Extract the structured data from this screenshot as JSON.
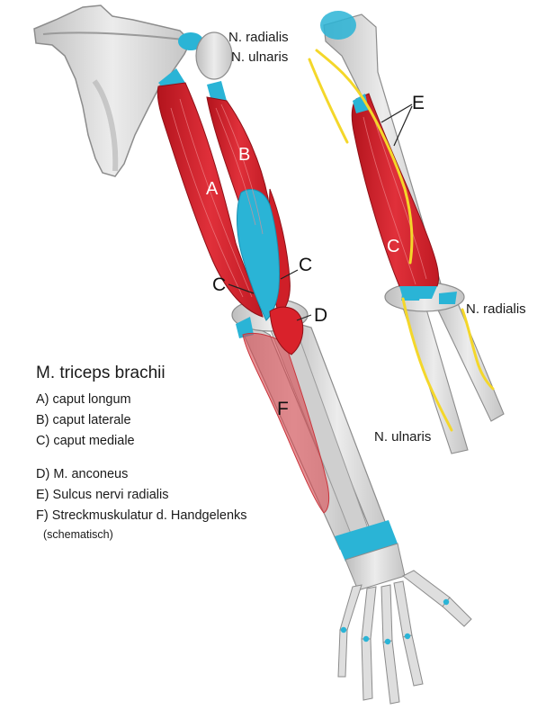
{
  "nerves": {
    "radialis": "N. radialis",
    "ulnaris": "N. ulnaris"
  },
  "letters": {
    "a": "A",
    "b": "B",
    "c": "C",
    "d": "D",
    "e": "E",
    "f": "F"
  },
  "legend": {
    "title": "M. triceps brachii",
    "items": [
      "A) caput longum",
      "B) caput laterale",
      "C) caput mediale",
      "D) M. anconeus",
      "E) Sulcus nervi radialis",
      "F) Streckmuskulatur d. Handgelenks"
    ],
    "note": "(schematisch)"
  },
  "colors": {
    "bone": "#dcdcdc",
    "bone_shadow": "#a9a9a9",
    "muscle": "#d9222b",
    "tendon": "#2ab4d6",
    "nerve": "#f4d72a",
    "extensor": "#e27b7e"
  }
}
